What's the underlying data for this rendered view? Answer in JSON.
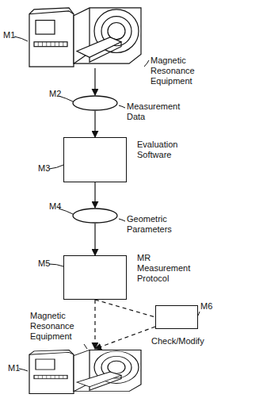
{
  "diagram": {
    "nodes": [
      {
        "text": [
          "Magnetic Resonance Equipment"
        ]
      },
      {
        "text": [
          "Measurement Data"
        ]
      },
      {
        "text": [
          "Evaluation Software"
        ]
      },
      {
        "text": [
          "Geometric Parameters"
        ]
      },
      {
        "text": [
          "MR Measurement Protocol"
        ]
      },
      {
        "text": [
          "Check/Modify"
        ]
      },
      {
        "text": [
          "Magnetic Resonance Equipment"
        ]
      }
    ],
    "edges": [
      {
        "from": 0,
        "to": 1,
        "arrow": "to"
      },
      {
        "from": 1,
        "to": 2,
        "arrow": "to"
      },
      {
        "from": 2,
        "to": 3,
        "arrow": "to"
      },
      {
        "from": 3,
        "to": 4,
        "arrow": "to"
      },
      {
        "from": 4,
        "to": 6,
        "arrow": "to"
      },
      {
        "from": 4,
        "to": 5,
        "arrow": "none"
      },
      {
        "from": 5,
        "to": 6,
        "arrow": "to"
      }
    ],
    "labels": [
      "M1",
      "M2",
      "M3",
      "M4",
      "M5",
      "M6",
      "M1"
    ]
  }
}
